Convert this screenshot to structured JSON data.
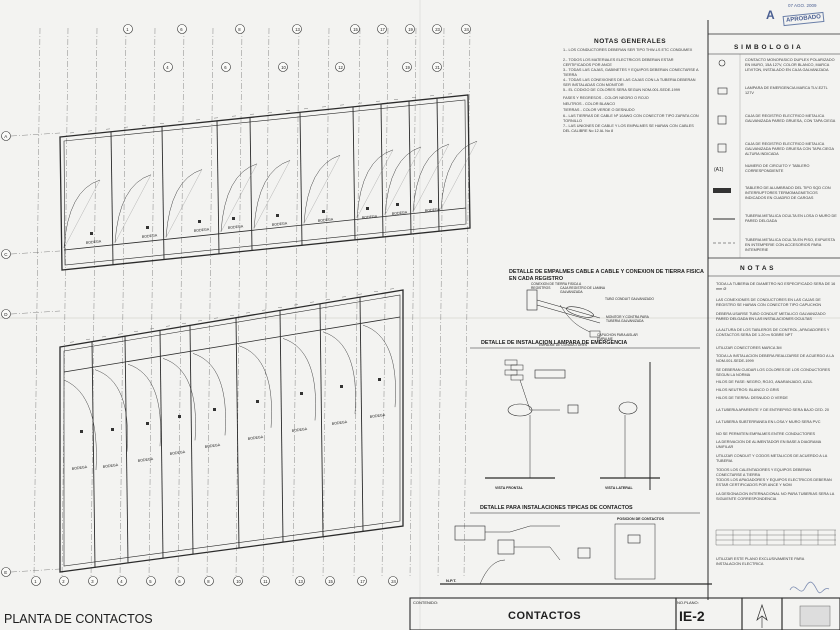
{
  "columns": [
    "1",
    "2",
    "3",
    "4",
    "5",
    "6",
    "7",
    "8",
    "9",
    "10",
    "11",
    "12",
    "13",
    "14",
    "15",
    "16",
    "17",
    "18",
    "19",
    "20",
    "21",
    "22",
    "23",
    "24"
  ],
  "top_axis_labels": [
    "1",
    "3",
    "6",
    "8",
    "10",
    "13",
    "15",
    "17",
    "19",
    "21",
    "23",
    "24"
  ],
  "row_labels": {
    "a": "A",
    "c": "C",
    "d": "D",
    "e": "E"
  },
  "room_label": "BODEGA",
  "plan_title": "PLANTA DE CONTACTOS",
  "notas_generales": {
    "title": "NOTAS GENERALES",
    "items": [
      "1.- LOS CONDUCTORES DEBERAN SER TIPO THW-LS ETC CONDUMEX",
      "2.- TODOS LOS MATERIALES ELECTRICOS DEBERAN ESTAR CERTIFICADOS POR ANCE",
      "3.- TODAS LAS CAJAS, GABINETES Y EQUIPOS DEBERAN CONECTARSE A TIERRA",
      "4.- TODAS LAS CONEXIONES DE LAS CAJAS CON LA TUBERIA DEBERAN SER INSTALADAS CON MONITOR",
      "5.- EL CODIGO DE COLORES SERA SEGUN NOM-001-SEDE-1999",
      "FASES Y REGRESOS -  COLOR NEGRO O ROJO",
      "NEUTROS -  COLOR BLANCO",
      "TIERRAS -  COLOR VERDE O DESNUDO",
      "6.- LAS TIERRAS DE CABLE Nº 10AWG CON CONECTOR TIPO ZAPATA CON TORNILLO",
      "7.- LAS UNIONES DE CABLE Y LOS EMPALMES SE HARAN CON CABLES DEL CALIBRE No 12 AL No 8"
    ]
  },
  "simbologia": {
    "title": "S I M B O L O G I A",
    "items": [
      "CONTACTO MONOFASICO DUPLEX POLARIZADO EN MURO, 15A 127V, COLOR BLANCO, MARCA LEVITON, INSTALADO EN CAJA GALVANIZADA",
      "LAMPARA DE EMERGENCIA MARCA TLV-E2TL 127V",
      "CAJA DE REGISTRO ELECTRICO METALICA GALVANIZADA PARED GRUESA, CON TAPA CIEGA",
      "CAJA DE REGISTRO ELECTRICO METALICA GALVANIZADA PARED GRUESA CON TAPA CIEGA ALTURA INDICADA",
      "NUMERO DE CIRCUITO Y TABLERO CORRESPONDIENTE",
      "TABLERO DE ALUMBRADO DEL TIPO SQD CON INTERRUPTORES TERMOMAGNETICOS INDICADOS EN CUADRO DE CARGAS",
      "TUBERIA METALICA OCULTA EN LOSA O MURO DE PARED DELGADA",
      "TUBERIA METALICA OCULTA EN PISO, EXPUESTA EN INTEMPERIE CON ACCESORIOS PARA INTEMPERIE"
    ]
  },
  "notas": {
    "title": "N O T A S",
    "items": [
      "TODA LA TUBERIA DE DIAMETRO NO ESPECIFICADO SERA DE 16 mm Ø",
      "LAS CONEXIONES DE CONDUCTORES EN LAS CAJAS DE REGISTRO SE HARAN CON CONECTOR TIPO CAPUCHON",
      "DEBERA USARSE TUBO CONDUIT METALICO GALVANIZADO PARED DELGADA EN LAS INSTALACIONES OCULTAS",
      "LA ALTURA DE LOS TABLEROS DE CONTROL, APAGADORES Y CONTACTOS SERA DE 1.20 m SOBRE NPT",
      "UTILIZAR CONECTORES MARCA 3M",
      "TODA LA INSTALACION DEBERA REALIZARSE DE ACUERDO A LA NOM-001-SEDE-1999",
      "SE DEBERAN CUIDAR LOS COLORES DE LOS CONDUCTORES SEGUN LA NORMA",
      "HILOS DE FASE: NEGRO, ROJO, ANARANJADO, AZUL",
      "HILOS NEUTROS: BLANCO O GRIS",
      "HILOS DE TIERRA: DESNUDO O VERDE",
      "LA TUBERIA APARENTE Y DE ENTREPISO SERA BAJO CED. 20",
      "LA TUBERIA SUBTERRANEA EN LOSA Y MURO SERA PVC",
      "NO SE PERMITEN EMPALMES ENTRE CONDUCTORES",
      "LA DERIVACION DE ALIMENTADOR EN BASE A DIAGRAMA UNIFILAR",
      "UTILIZAR CONDUIT Y CODOS METALICOS DE ACUERDO A LA TUBERIA",
      "TODOS LOS CALENTADORES Y EQUIPOS DEBERAN CONECTARSE A TIERRA",
      "TODOS LOS APAGADORES Y EQUIPOS ELECTRICOS DEBERAN ESTAR CERTIFICADOS POR ANCE Y NOM",
      "LA DESIGNACION INTERNACIONAL NO PARA TUBERIAS SERA LA SIGUIENTE CORRESPONDENCIA"
    ],
    "footer": "UTILIZAR ESTE PLANO EXCLUSIVAMENTE PARA INSTALACION ELECTRICA"
  },
  "detail_empalmes": {
    "title": "DETALLE DE EMPALMES CABLE A CABLE Y CONEXION DE TIERRA FISICA EN CADA REGISTRO",
    "labels": [
      "CONEXION DE TIERRA FISICA A REGISTROS",
      "CAJA REGISTRO DE LAMINA GALVANIZADA",
      "TUBO CONDUIT GALVANIZADO",
      "MONITOR Y CONTRA PARA TUBERIA GALVANIZADA",
      "CAPUCHON PARA AISLAR EMPALME",
      "EMPALME DE CONDUCTORES"
    ]
  },
  "detail_lampara": {
    "title": "DETALLE DE INSTALACION LAMPARA DE EMERGENCIA",
    "views": [
      "VISTA FRONTAL",
      "VISTA LATERAL"
    ]
  },
  "detail_contactos": {
    "title": "DETALLE PARA INSTALACIONES TIPICAS DE CONTACTOS",
    "sub": "POSICION DE CONTACTOS",
    "npt": "N.P.T."
  },
  "title_block": {
    "contenido_label": "CONTENIDO:",
    "contenido": "CONTACTOS",
    "no_plano_label": "NO.PLANO:",
    "no_plano": "IE-2"
  },
  "stamp": {
    "text": "APROBADO",
    "letter": "A",
    "date": "07 AGO. 2009"
  }
}
